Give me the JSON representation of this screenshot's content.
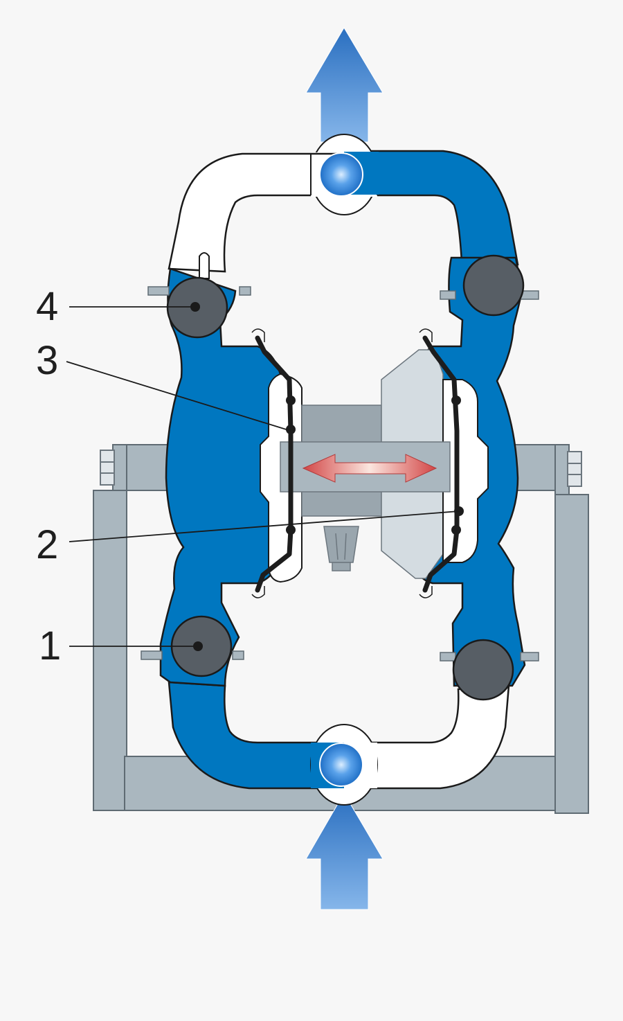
{
  "callouts": {
    "label_1": "1",
    "label_2": "2",
    "label_3": "3",
    "label_4": "4"
  },
  "colors": {
    "background": "#f7f7f7",
    "pump_blue": "#0077c0",
    "frame_gray": "#aab7bf",
    "housing_light": "#d4dce1",
    "ball_dark": "#575e65",
    "diaphragm_black": "#1d1d1d",
    "flow_arrow_top": "#2a71c2",
    "flow_arrow_bottom": "#80b0e6",
    "shaft_arrow": "#d94f4f"
  }
}
